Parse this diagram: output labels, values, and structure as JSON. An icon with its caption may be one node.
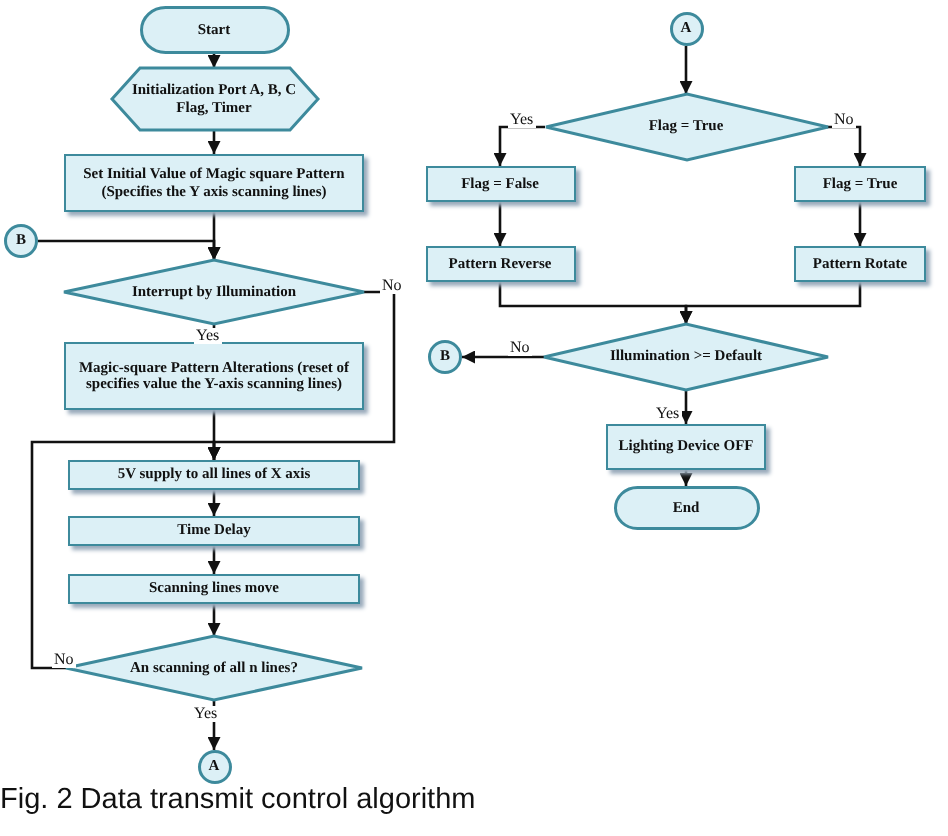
{
  "diagram": {
    "caption": "Fig. 2 Data transmit control algorithm",
    "nodes": [
      {
        "text": [
          "Start"
        ]
      },
      {
        "text": [
          "Initialization Port A, B, C Flag, Timer"
        ]
      },
      {
        "text": [
          "Set Initial Value of Magic square Pattern (Specifies the Y axis scanning lines)"
        ]
      },
      {
        "text": [
          "B"
        ]
      },
      {
        "text": [
          "Interrupt by Illumination"
        ]
      },
      {
        "text": [
          "Magic-square Pattern Alterations (reset of specifies value the Y-axis scanning lines)"
        ]
      },
      {
        "text": [
          "5V supply to all lines of X axis"
        ]
      },
      {
        "text": [
          "Time Delay"
        ]
      },
      {
        "text": [
          "Scanning lines move"
        ]
      },
      {
        "text": [
          "An scanning of all n lines?"
        ]
      },
      {
        "text": [
          "A"
        ]
      },
      {
        "text": [
          "A"
        ]
      },
      {
        "text": [
          "Flag = True"
        ]
      },
      {
        "text": [
          "Flag = False"
        ]
      },
      {
        "text": [
          "Flag = True"
        ]
      },
      {
        "text": [
          "Pattern Reverse"
        ]
      },
      {
        "text": [
          "Pattern Rotate"
        ]
      },
      {
        "text": [
          "Illumination >= Default"
        ]
      },
      {
        "text": [
          "B"
        ]
      },
      {
        "text": [
          "Lighting Device OFF"
        ]
      },
      {
        "text": [
          "End"
        ]
      }
    ],
    "edges": [
      {
        "from": 0,
        "to": 1,
        "arrow": "to"
      },
      {
        "from": 1,
        "to": 2,
        "arrow": "to"
      },
      {
        "from": 2,
        "to": 4,
        "arrow": "to"
      },
      {
        "from": 3,
        "to": 4,
        "arrow": "to"
      },
      {
        "from": 4,
        "to": 5,
        "arrow": "to",
        "label": "Yes"
      },
      {
        "from": 4,
        "to": 6,
        "arrow": "to",
        "label": "No"
      },
      {
        "from": 5,
        "to": 6,
        "arrow": "to"
      },
      {
        "from": 6,
        "to": 7,
        "arrow": "to"
      },
      {
        "from": 7,
        "to": 8,
        "arrow": "to"
      },
      {
        "from": 8,
        "to": 9,
        "arrow": "to"
      },
      {
        "from": 9,
        "to": 6,
        "arrow": "to",
        "label": "No"
      },
      {
        "from": 9,
        "to": 10,
        "arrow": "to",
        "label": "Yes"
      },
      {
        "from": 11,
        "to": 12,
        "arrow": "to"
      },
      {
        "from": 12,
        "to": 13,
        "arrow": "to",
        "label": "Yes"
      },
      {
        "from": 12,
        "to": 14,
        "arrow": "to",
        "label": "No"
      },
      {
        "from": 13,
        "to": 15,
        "arrow": "to"
      },
      {
        "from": 14,
        "to": 16,
        "arrow": "to"
      },
      {
        "from": 15,
        "to": 17,
        "arrow": "to"
      },
      {
        "from": 16,
        "to": 17,
        "arrow": "to"
      },
      {
        "from": 17,
        "to": 18,
        "arrow": "to",
        "label": "No"
      },
      {
        "from": 17,
        "to": 19,
        "arrow": "to",
        "label": "Yes"
      },
      {
        "from": 19,
        "to": 20,
        "arrow": "to"
      }
    ]
  }
}
